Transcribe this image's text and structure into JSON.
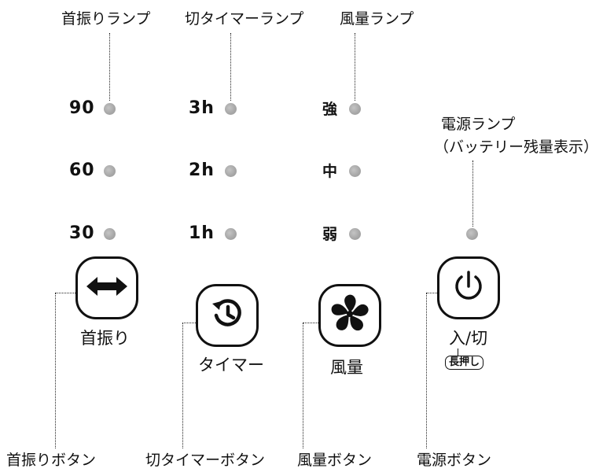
{
  "top_labels": {
    "swing_lamp": "首振りランプ",
    "timer_lamp": "切タイマーランプ",
    "wind_lamp": "風量ランプ"
  },
  "power_lamp": {
    "line1": "電源ランプ",
    "line2": "（バッテリー残量表示）"
  },
  "swing_levels": [
    "90",
    "60",
    "30"
  ],
  "timer_levels": [
    "3h",
    "2h",
    "1h"
  ],
  "wind_levels": [
    "強",
    "中",
    "弱"
  ],
  "buttons": {
    "swing": "首振り",
    "timer": "タイマー",
    "wind": "風量",
    "power": "入/切",
    "power_note": "長押し"
  },
  "bottom_labels": {
    "swing_button": "首振りボタン",
    "timer_button": "切タイマーボタン",
    "wind_button": "風量ボタン",
    "power_button": "電源ボタン"
  },
  "icons": {
    "swing": "left-right-arrow-icon",
    "timer": "clock-history-icon",
    "wind": "fan-icon",
    "power": "power-icon"
  },
  "colors": {
    "lamp": "#a8a8a8",
    "ink": "#111111"
  }
}
